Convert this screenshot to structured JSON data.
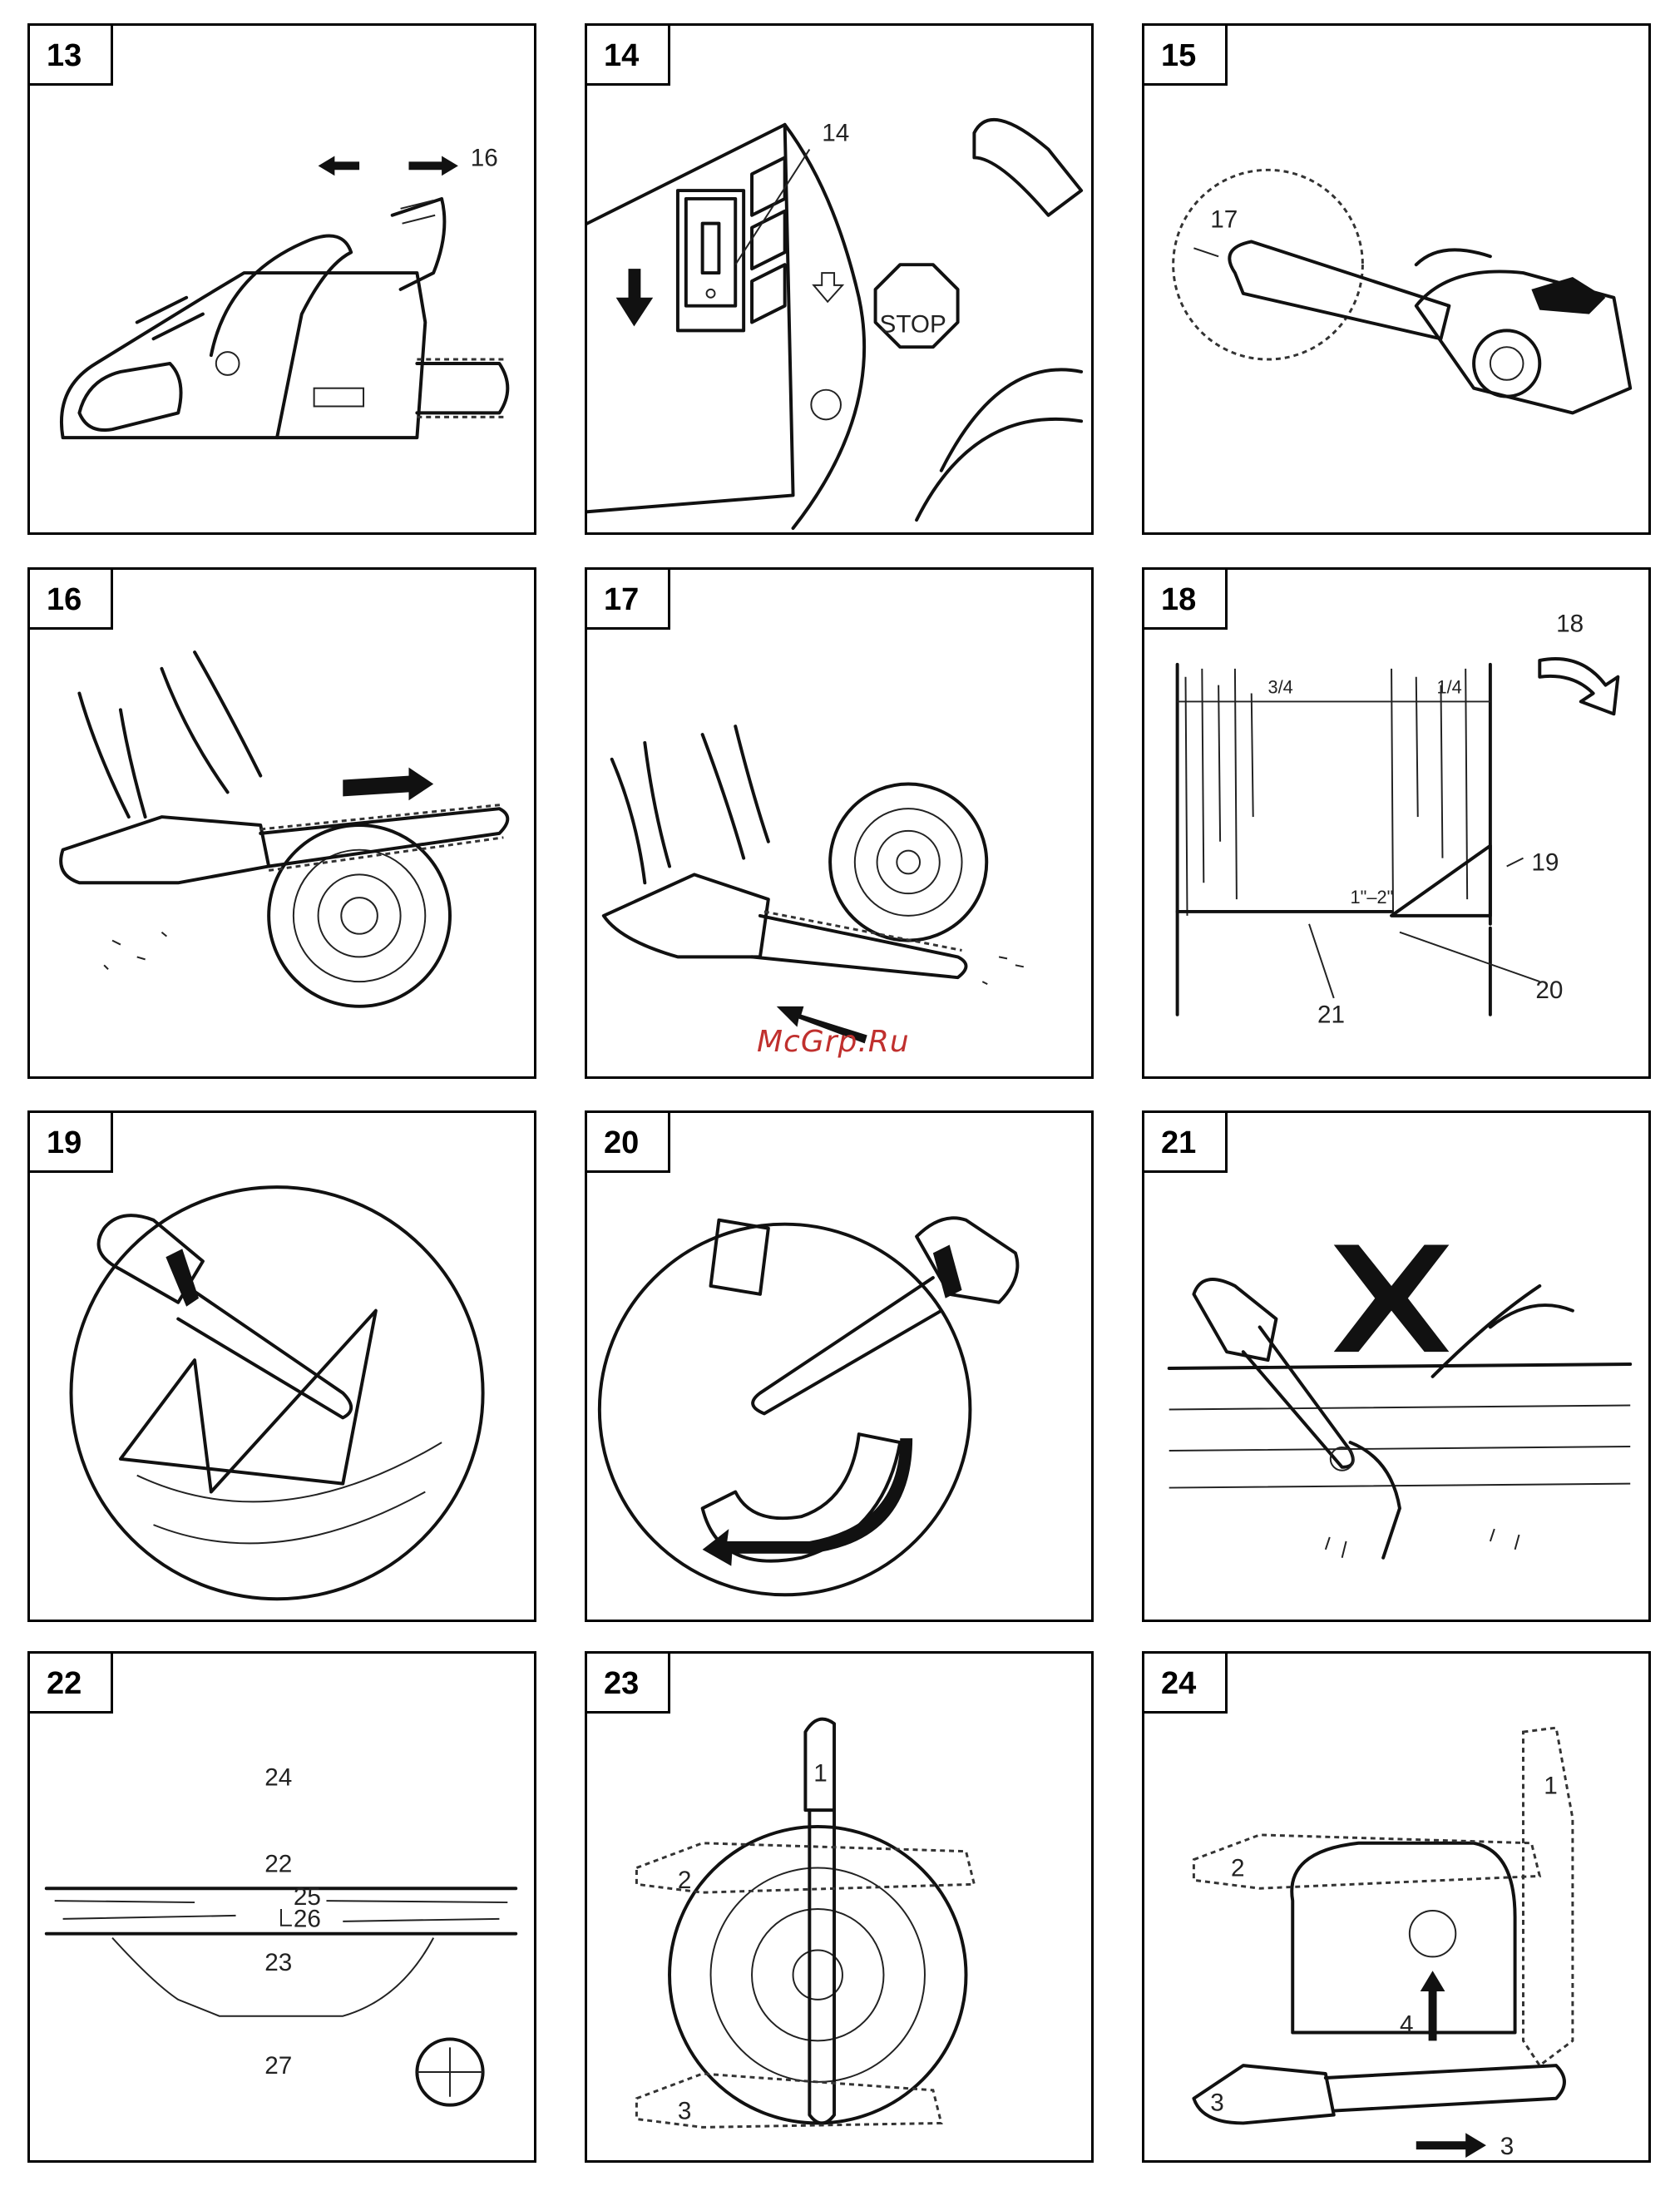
{
  "watermark": "McGrp.Ru",
  "figures": [
    {
      "number": "13",
      "callouts": [
        "16"
      ]
    },
    {
      "number": "14",
      "callouts": [
        "14",
        "STOP"
      ]
    },
    {
      "number": "15",
      "callouts": [
        "17"
      ]
    },
    {
      "number": "16",
      "callouts": []
    },
    {
      "number": "17",
      "callouts": []
    },
    {
      "number": "18",
      "callouts": [
        "18",
        "3/4",
        "1/4",
        "1\"–2\"",
        "19",
        "20",
        "21"
      ]
    },
    {
      "number": "19",
      "callouts": []
    },
    {
      "number": "20",
      "callouts": []
    },
    {
      "number": "21",
      "callouts": []
    },
    {
      "number": "22",
      "callouts": [
        "24",
        "22",
        "25",
        "26",
        "23",
        "27"
      ]
    },
    {
      "number": "23",
      "callouts": [
        "1",
        "2",
        "3"
      ]
    },
    {
      "number": "24",
      "callouts": [
        "1",
        "2",
        "3",
        "4",
        "3"
      ]
    }
  ]
}
